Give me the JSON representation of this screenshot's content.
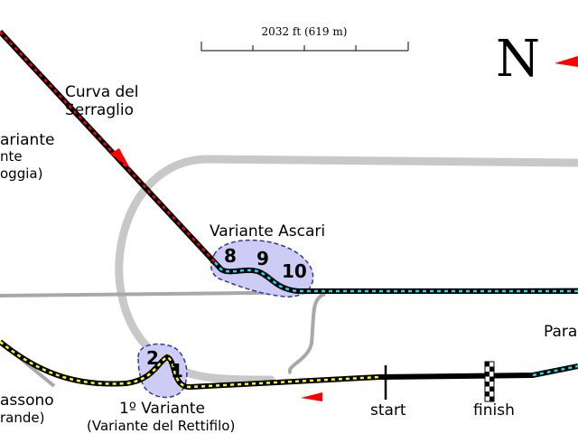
{
  "map": {
    "scale_label": "2032 ft (619 m)",
    "north_label": "N",
    "labels": {
      "curva_serraglio_1": "Curva del",
      "curva_serraglio_2": "Serraglio",
      "variante_left_1": "ariante",
      "variante_left_2": "nte",
      "variante_left_3": "oggia)",
      "variante_ascari": "Variante Ascari",
      "parabolica": "Para",
      "biassono_1": "assono",
      "biassono_2": "rande)",
      "prima_variante_1": "1º Variante",
      "prima_variante_2": "(Variante del Rettifilo)",
      "start": "start",
      "finish": "finish"
    },
    "turns": {
      "t8": "8",
      "t9": "9",
      "t10": "10",
      "t2": "2",
      "t1": "1"
    },
    "colors": {
      "track": "#000000",
      "old_track": "#c8c8c8",
      "service_road": "#a8a8a8",
      "sector_red": "#ff0000",
      "sector_cyan": "#00e5ff",
      "sector_yellow": "#ffff00",
      "chicane_fill": "#ccccf5",
      "chicane_border": "#3333aa",
      "direction_arrow": "#ff0000"
    }
  }
}
